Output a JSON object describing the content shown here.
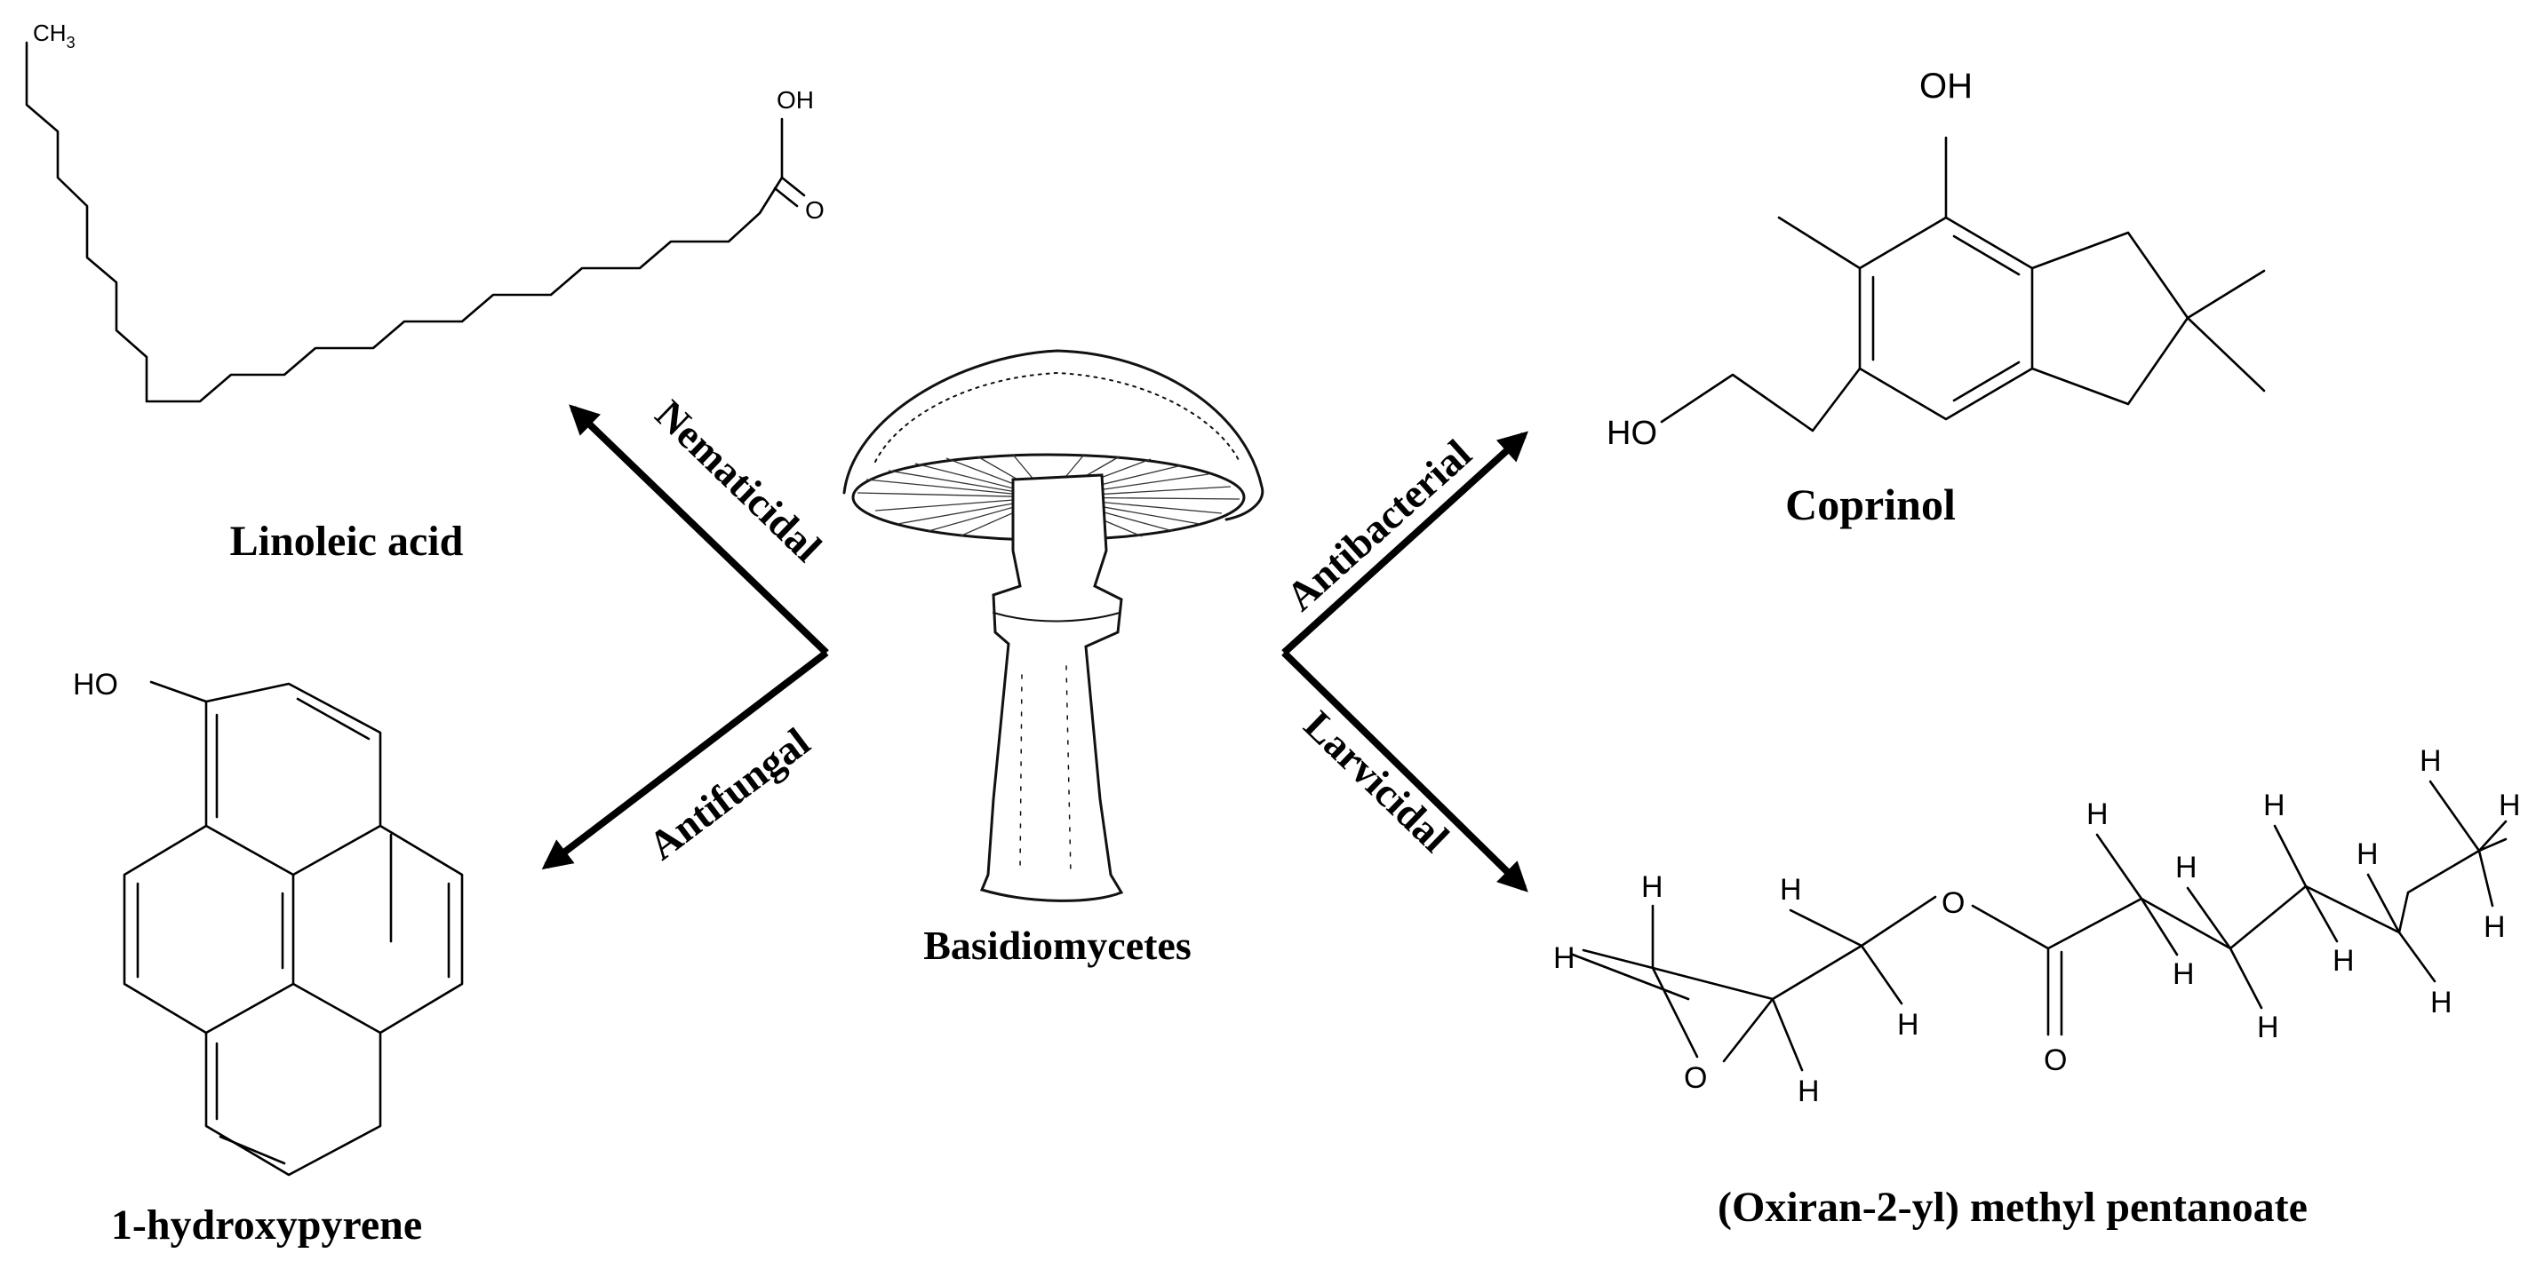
{
  "center": {
    "label": "Basidiomycetes",
    "icon": "mushroom-illustration"
  },
  "activities": {
    "nematicidal": "Nematicidal",
    "antifungal": "Antifungal",
    "antibacterial": "Antibacterial",
    "larvicidal": "Larvicidal"
  },
  "compounds": {
    "linoleic": {
      "name": "Linoleic acid",
      "atoms": {
        "ch3": "CH",
        "ch3_sub": "3",
        "oh": "OH",
        "o": "O"
      }
    },
    "hydroxypyrene": {
      "name": "1-hydroxypyrene",
      "atoms": {
        "ho": "HO"
      }
    },
    "coprinol": {
      "name": "Coprinol",
      "atoms": {
        "oh": "OH",
        "ho": "HO"
      }
    },
    "oxiranyl": {
      "name": "(Oxiran-2-yl) methyl pentanoate",
      "atoms": {
        "h": "H",
        "o": "O"
      }
    }
  },
  "colors": {
    "ink": "#000000",
    "background": "#ffffff"
  }
}
